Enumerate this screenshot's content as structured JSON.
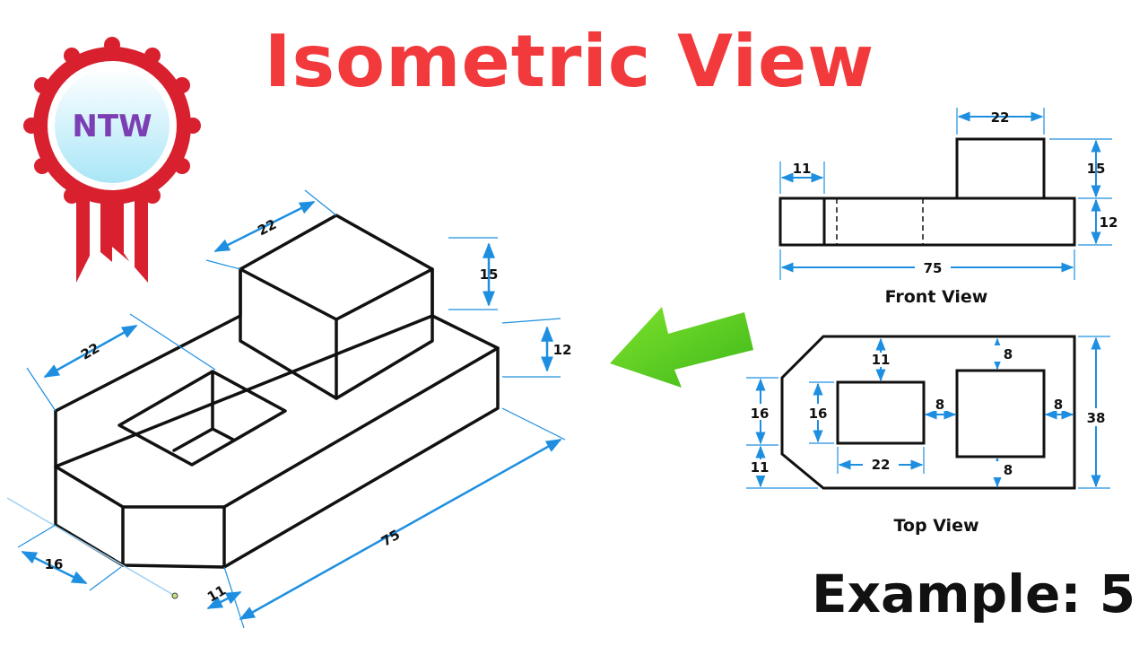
{
  "title": "Isometric View",
  "example": "Example: 5",
  "logo_text": "NTW",
  "colors": {
    "title": "#f23a3c",
    "dimension": "#1e8fe0",
    "arrow": "#5ed21e",
    "ribbon": "#d8202f"
  },
  "isometric": {
    "dims": {
      "top_block_width": "22",
      "top_block_height": "15",
      "base_height": "12",
      "hole_width": "22",
      "length": "75",
      "chamfer": "16",
      "offset": "11"
    }
  },
  "front_view": {
    "label": "Front View",
    "dims": {
      "top_width": "22",
      "left": "11",
      "upper_height": "15",
      "base_height": "12",
      "length": "75"
    }
  },
  "top_view": {
    "label": "Top View",
    "dims": {
      "gap_top": "11",
      "gap_top_right": "8",
      "chamfer_height": "16",
      "hole_height": "16",
      "gap_mid": "8",
      "gap_right": "8",
      "height": "38",
      "bottom_offset": "11",
      "hole_width": "22",
      "gap_bottom": "8"
    }
  }
}
